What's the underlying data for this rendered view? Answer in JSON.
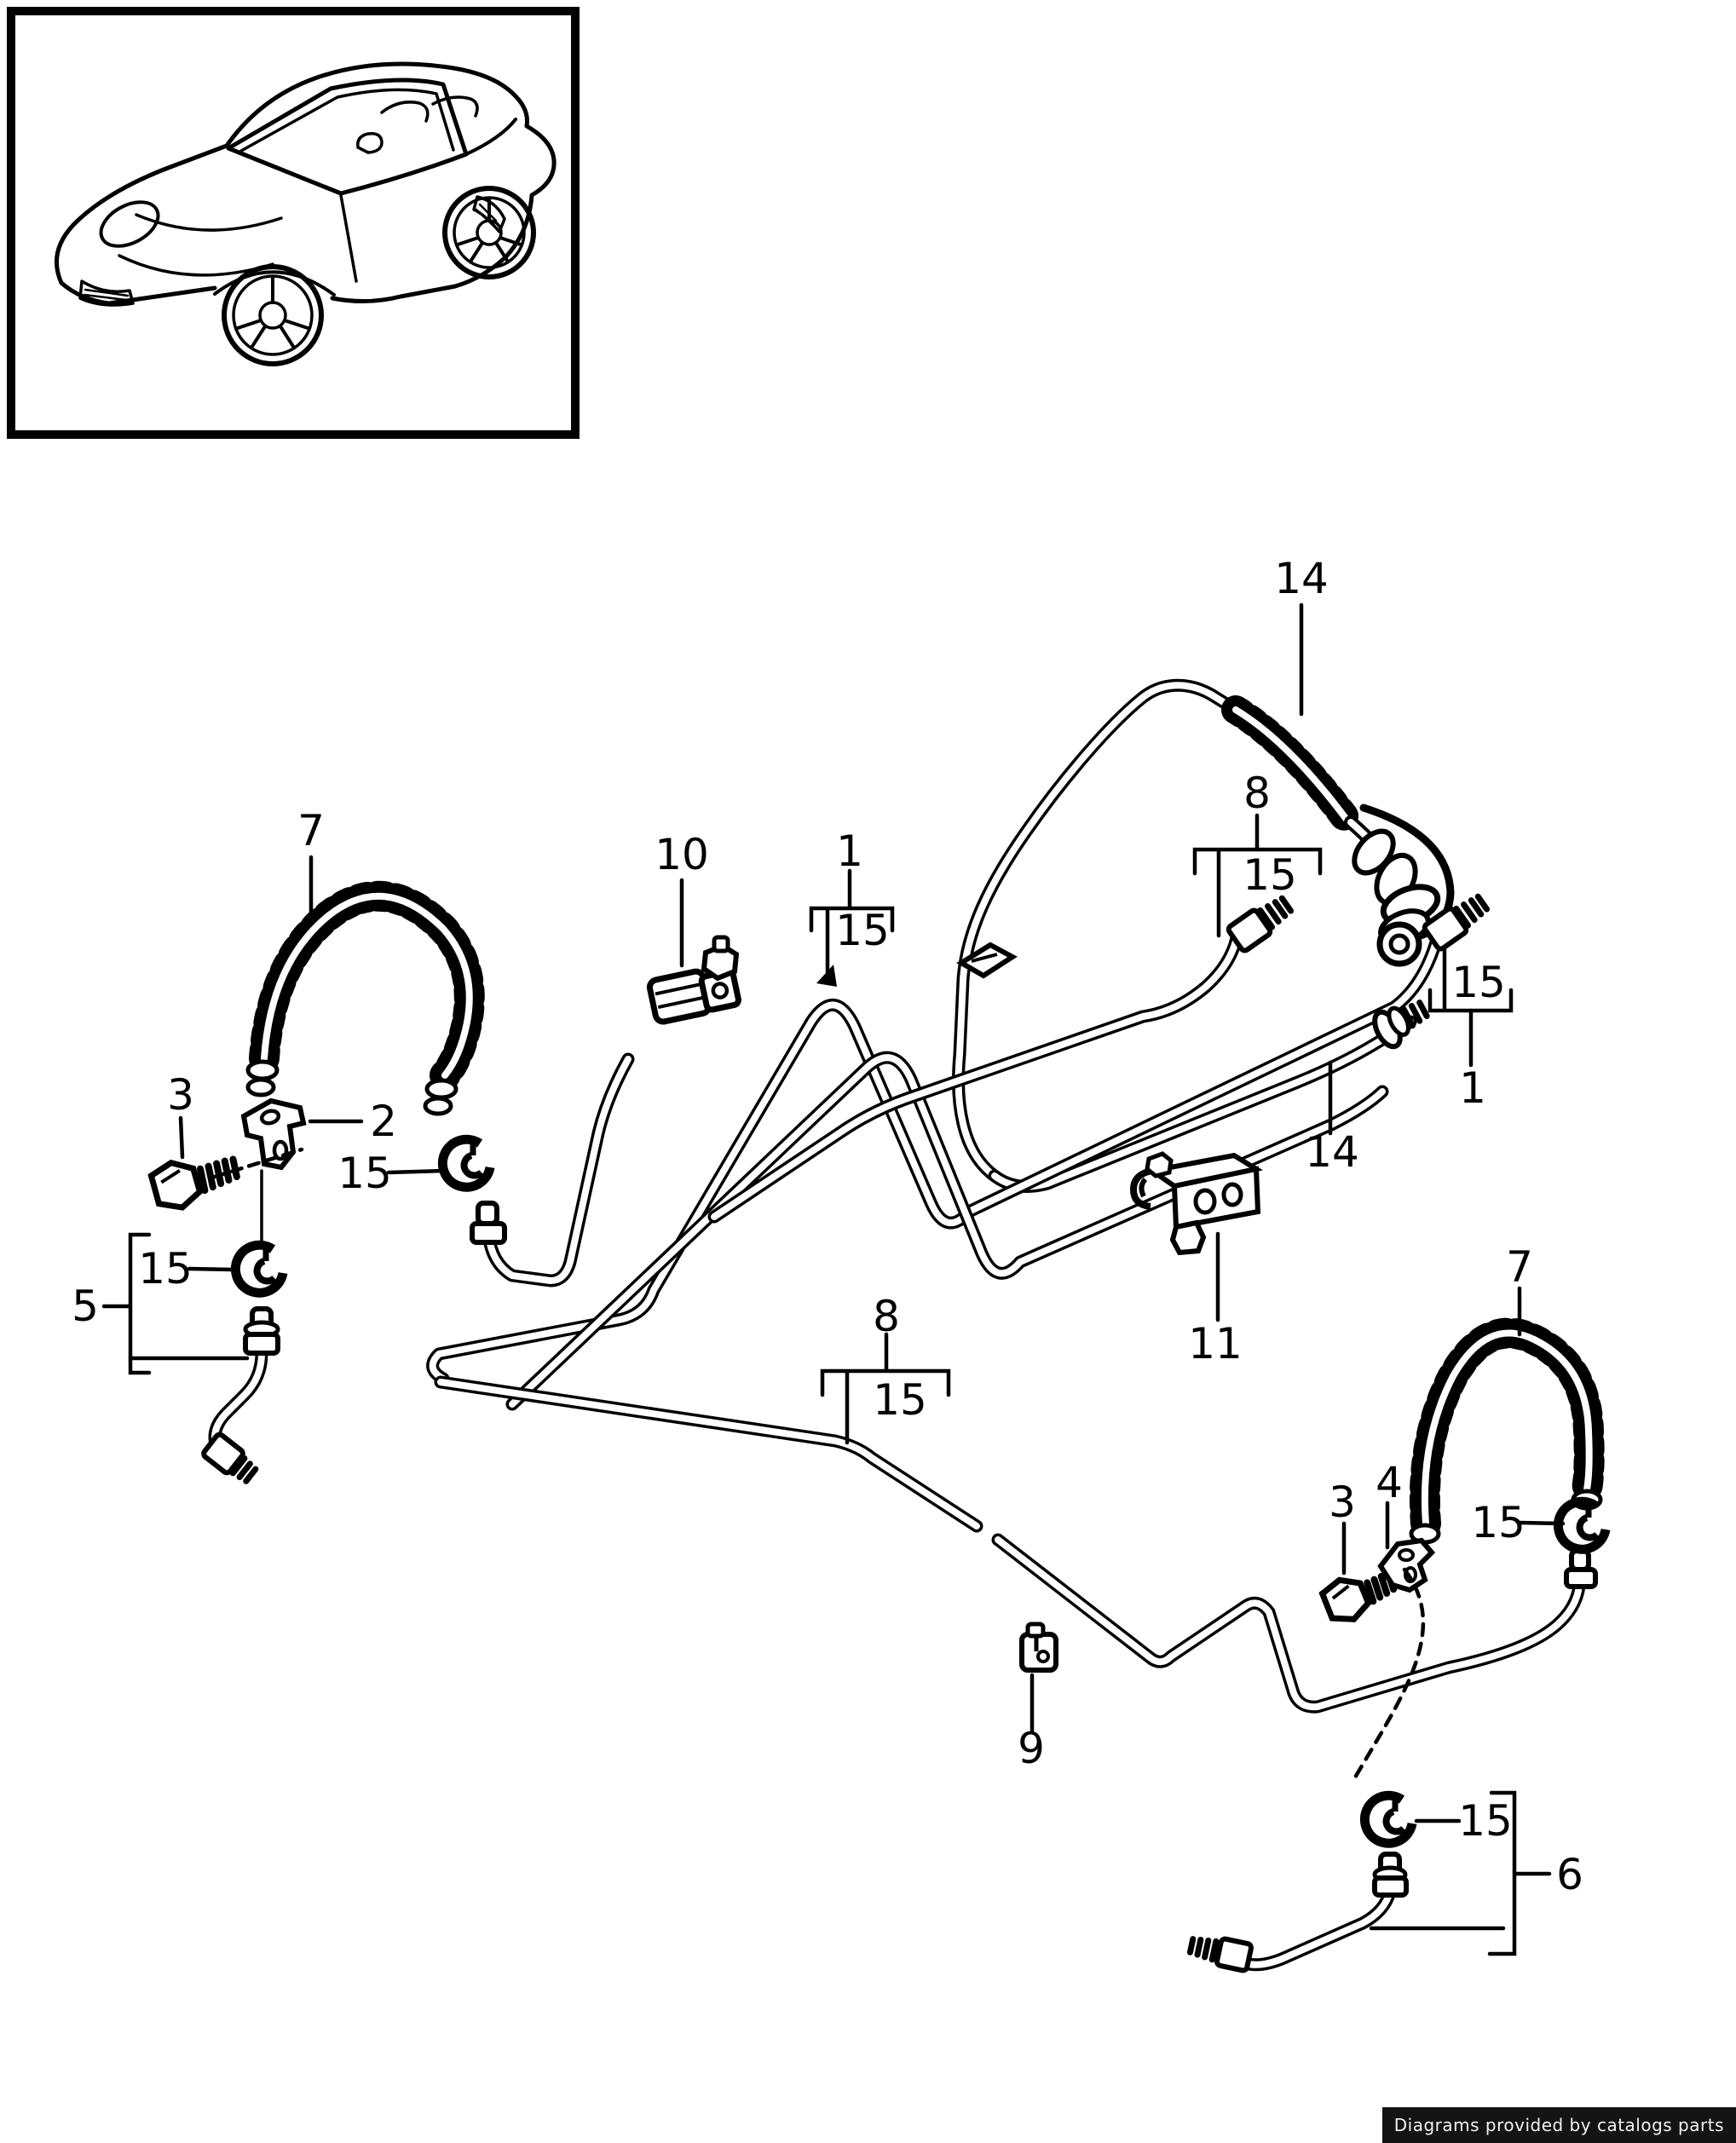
{
  "colors": {
    "line": "#000000",
    "background": "#ffffff",
    "watermark_bg": "#141414",
    "watermark_fg": "#f2f2f2"
  },
  "watermark": {
    "text": "Diagrams provided by catalogs parts"
  },
  "callouts": [
    {
      "label": "14"
    },
    {
      "label": "8"
    },
    {
      "label": "15"
    },
    {
      "label": "7"
    },
    {
      "label": "10"
    },
    {
      "label": "1"
    },
    {
      "label": "15"
    },
    {
      "label": "15"
    },
    {
      "label": "1"
    },
    {
      "label": "14"
    },
    {
      "label": "3"
    },
    {
      "label": "2"
    },
    {
      "label": "15"
    },
    {
      "label": "5"
    },
    {
      "label": "15"
    },
    {
      "label": "8"
    },
    {
      "label": "15"
    },
    {
      "label": "11"
    },
    {
      "label": "7"
    },
    {
      "label": "3"
    },
    {
      "label": "4"
    },
    {
      "label": "15"
    },
    {
      "label": "9"
    },
    {
      "label": "15"
    },
    {
      "label": "6"
    }
  ]
}
